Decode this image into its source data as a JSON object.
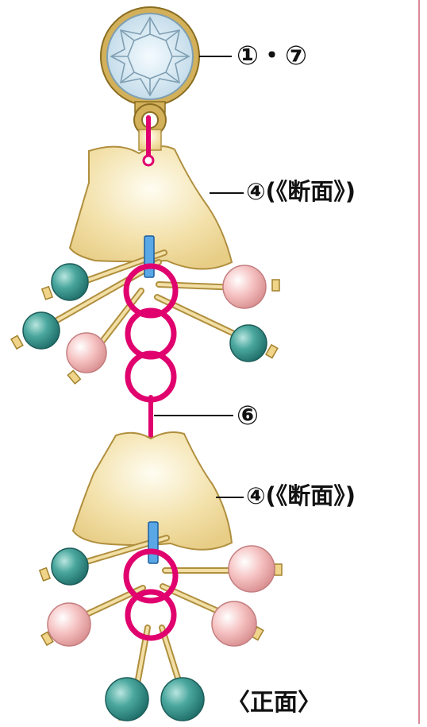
{
  "labels": {
    "part_top": "①・⑦",
    "part_upper": "④(《断面》)",
    "part_chain": "⑥",
    "part_lower": "④(《断面》)",
    "view": "〈正面〉"
  },
  "colors": {
    "gem": "#cfe3ee",
    "gold": "#c9a64a",
    "cloth": "#f0dca0",
    "chain": "#e0006e",
    "pin_blue": "#3d8fd6",
    "bead_teal": "#3a9a94",
    "bead_pink": "#f2b8b8",
    "page_border": "#d98a9a"
  }
}
